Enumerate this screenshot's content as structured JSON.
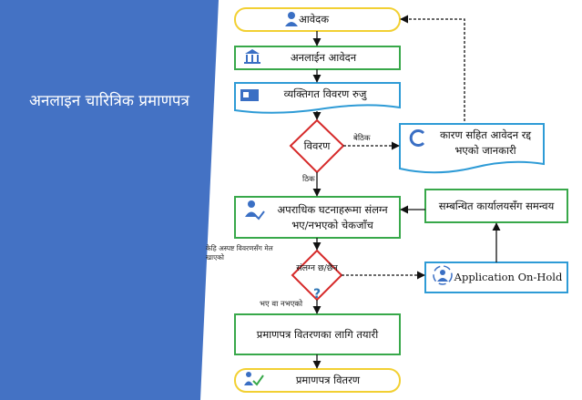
{
  "panel": {
    "title": "अनलाइन चारित्रिक प्रमाणपत्र",
    "color": "#4472c4"
  },
  "nodes": {
    "applicant": "आवेदक",
    "online_application": "अनलाईन आवेदन",
    "personal_details": "व्यक्तिगत विवरण रुजु",
    "details_decision": "विवरण",
    "rejection_notice": "कारण सहित आवेदन रद्द भएको जानकारी",
    "criminal_check": "अपराधिक घटनाहरूमा संलग्न भए/नभएको चेकजाँच",
    "coordination": "सम्बन्धित कार्यालयसँग समन्वय",
    "involved_decision": "संलग्न छ/छैन",
    "on_hold": "Application On-Hold",
    "prepare_certificate": "प्रमाणपत्र वितरणका लागि तयारी",
    "certificate_distribution": "प्रमाणपत्र वितरण"
  },
  "edge_labels": {
    "incorrect": "बेठिक",
    "correct": "ठिक",
    "uncertain": "केहि अस्पष्ट विवरणसँग मेल खाएको",
    "not_involved": "भए वा नभएको"
  },
  "icons": {
    "applicant": "person-icon",
    "online_application": "bank-icon",
    "personal_details": "id-card-icon",
    "rejection_notice": "refresh-icon",
    "criminal_check": "user-check-icon",
    "involved_decision": "question-icon",
    "on_hold": "user-sync-icon",
    "certificate_distribution": "user-approve-icon"
  },
  "colors": {
    "panel": "#4472c4",
    "terminal_border": "#f2d033",
    "process_border": "#38a84a",
    "document_border": "#2e9bd6",
    "decision_border": "#d62a2a",
    "arrow": "#111111",
    "icon": "#3a6fc4",
    "question": "#2e75b6"
  }
}
